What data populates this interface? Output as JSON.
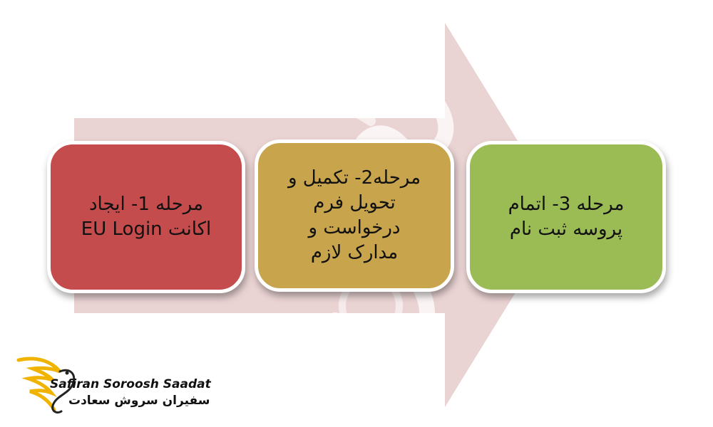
{
  "diagram": {
    "steps": [
      {
        "label": "مرحله 1- ایجاد\nاکانت EU Login",
        "color": "#c44c4c"
      },
      {
        "label": "مرحله2- تکمیل و\nتحویل فرم\nدرخواست و\nمدارک لازم",
        "color": "#c8a44c"
      },
      {
        "label": "مرحله 3- اتمام\nپروسه ثبت نام",
        "color": "#9bbb55"
      }
    ],
    "arrow_color": "#ead3d3"
  },
  "logo": {
    "name_en": "Safiran Soroosh Saadat",
    "name_fa": "سفیران سروش سعادت",
    "icon": "golden-phoenix-icon",
    "color": "#f0b400"
  }
}
